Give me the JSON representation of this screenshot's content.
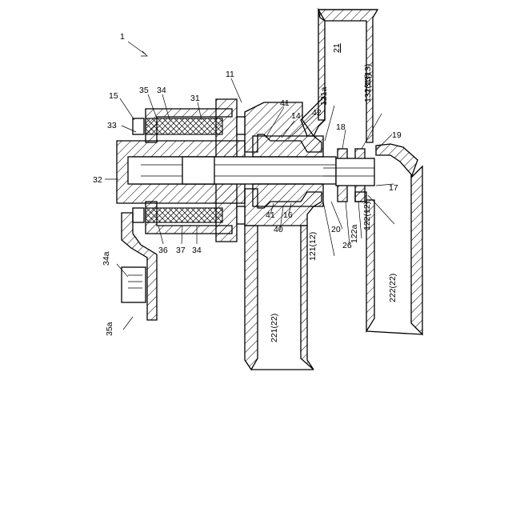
{
  "labels": {
    "l1": "1",
    "l15": "15",
    "l35": "35",
    "l34": "34",
    "l31": "31",
    "l33": "33",
    "l32": "32",
    "l11": "11",
    "l41": "41",
    "l14": "14",
    "l42": "42",
    "l121a": "121a",
    "l18": "18",
    "l131": "131(13)",
    "l132": "132(13)",
    "l19": "19",
    "l17": "17",
    "l122": "122(12)",
    "l121": "121(12)",
    "l20": "20",
    "l26": "26",
    "l122a": "122a",
    "l40": "40",
    "l16": "16",
    "l36": "36",
    "l37": "37",
    "l34a": "34a",
    "l35a": "35a",
    "l21": "21",
    "l221": "221(22)",
    "l222": "222(22)"
  }
}
